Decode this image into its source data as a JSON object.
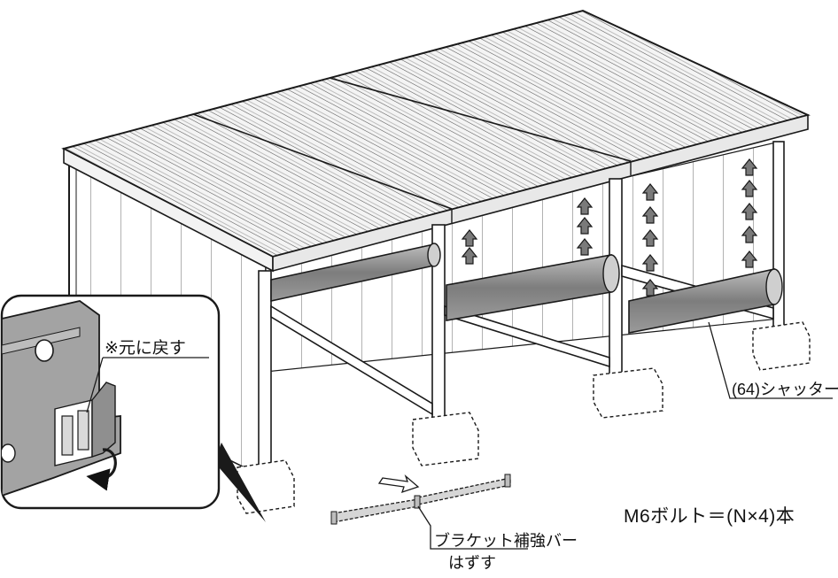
{
  "labels": {
    "return_note": "※元に戻す",
    "shutter": "(64)シャッター",
    "bracket_bar": "ブラケット補強バー",
    "remove": "はずす",
    "bolt_formula": "M6ボルト＝(N×4)本"
  },
  "colors": {
    "line": "#1a1a1a",
    "roof_fill": "#f2f2f2",
    "shutter_fill": "#8a8a8a",
    "arrow_fill": "#7a7a7a",
    "inset_fill": "#9c9c9c"
  }
}
